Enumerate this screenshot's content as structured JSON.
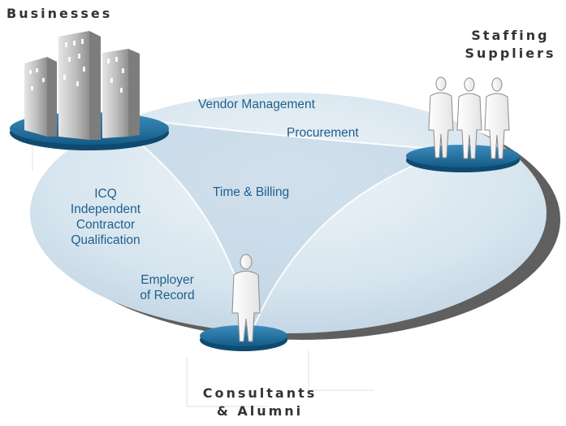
{
  "nodes": {
    "businesses": "Businesses",
    "staffing": [
      "Staffing",
      "Suppliers"
    ],
    "consultants": [
      "Consultants",
      "& Alumni"
    ]
  },
  "services": {
    "vendor_management": "Vendor Management",
    "procurement": "Procurement",
    "time_billing": "Time & Billing",
    "icq": [
      "ICQ",
      "Independent",
      "Contractor",
      "Qualification"
    ],
    "employer_of_record": [
      "Employer",
      "of Record"
    ]
  },
  "colors": {
    "ellipse_fill": "#d6e4ee",
    "disc": "#1d6e9e",
    "service_text": "#1f5f8c",
    "title_text": "#333333"
  }
}
